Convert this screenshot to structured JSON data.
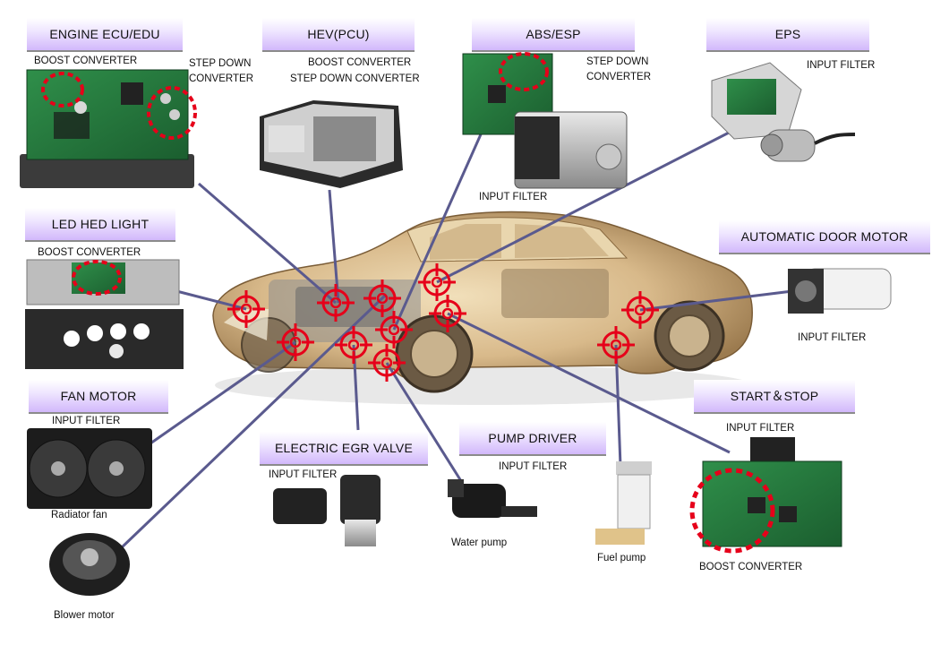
{
  "sections": {
    "engine_ecu": {
      "title": "ENGINE ECU/EDU",
      "boost": "BOOST CONVERTER",
      "step_down_1": "STEP DOWN",
      "step_down_2": "CONVERTER"
    },
    "hev": {
      "title": "HEV(PCU)",
      "boost": "BOOST CONVERTER",
      "step_down": "STEP DOWN CONVERTER"
    },
    "abs": {
      "title": "ABS/ESP",
      "step_down_1": "STEP DOWN",
      "step_down_2": "CONVERTER",
      "input_filter": "INPUT FILTER"
    },
    "eps": {
      "title": "EPS",
      "input_filter": "INPUT FILTER"
    },
    "led": {
      "title": "LED HED LIGHT",
      "boost": "BOOST CONVERTER"
    },
    "door": {
      "title": "AUTOMATIC DOOR MOTOR",
      "input_filter": "INPUT FILTER"
    },
    "fan": {
      "title": "FAN MOTOR",
      "input_filter": "INPUT FILTER",
      "radiator": "Radiator fan",
      "blower": "Blower motor"
    },
    "egr": {
      "title": "ELECTRIC EGR VALVE",
      "input_filter": "INPUT FILTER"
    },
    "pump": {
      "title": "PUMP DRIVER",
      "input_filter": "INPUT FILTER",
      "water": "Water pump",
      "fuel": "Fuel pump"
    },
    "start_stop": {
      "title": "START＆STOP",
      "input_filter": "INPUT FILTER",
      "boost": "BOOST CONVERTER"
    }
  },
  "colors": {
    "header_top": "#ffffff",
    "header_bottom": "#d2b8fb",
    "line": "#5a5a8e",
    "target": "#e6001a"
  }
}
